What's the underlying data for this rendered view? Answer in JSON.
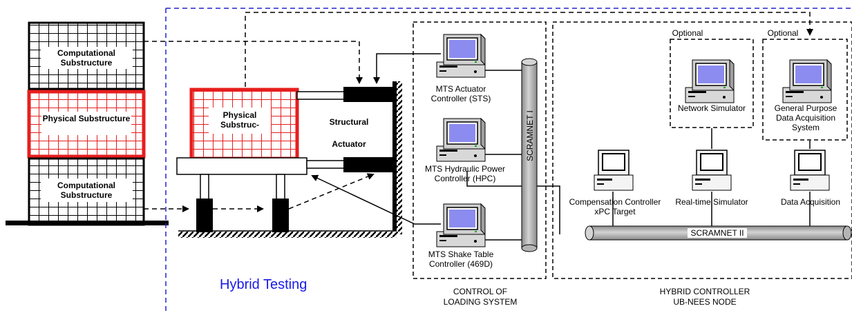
{
  "title": "Hybrid Testing",
  "building": {
    "computational_top": "Computational Substructure",
    "physical": "Physical Substructure",
    "computational_bottom": "Computational Substructure"
  },
  "test_rig": {
    "physical_label": "Physical Substruc-",
    "structural": "Structural",
    "actuator": "Actuator"
  },
  "control_loading": {
    "actuator_controller": "MTS Actuator Controller (STS)",
    "hydraulic_controller": "MTS Hydraulic Power Controller (HPC)",
    "shake_table_controller": "MTS Shake Table Controller (469D)",
    "scramnet_1": "SCRAMNET I",
    "caption_line1": "CONTROL OF",
    "caption_line2": "LOADING SYSTEM"
  },
  "hybrid_controller": {
    "optional_1": "Optional",
    "optional_2": "Optional",
    "network_simulator": "Network Simulator",
    "daq_system": "General Purpose Data Acquisition System",
    "compensation_controller": "Compensation Controller xPC Target",
    "realtime_simulator": "Real-time Simulator",
    "data_acquisition": "Data Acquisition",
    "scramnet_2": "SCRAMNET II",
    "caption_line1": "HYBRID CONTROLLER",
    "caption_line2": "UB-NEES NODE"
  },
  "colors": {
    "physical_red": "#e61e1e",
    "dashed_blue": "#2020d0",
    "title_blue": "#1a1ae6",
    "screen_blue": "#8c8cf0",
    "pipe_gray": "#b4b4b4"
  }
}
